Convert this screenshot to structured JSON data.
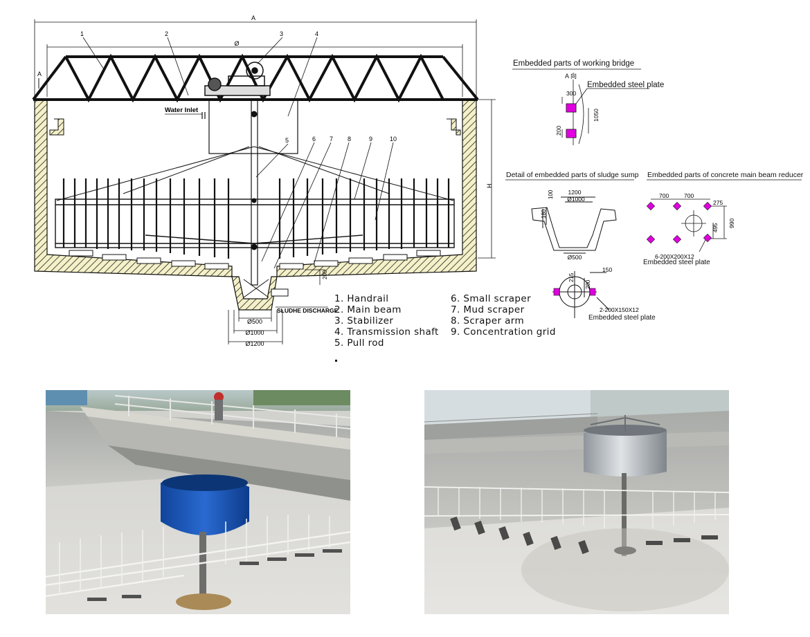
{
  "main_drawing": {
    "dimension_A": "A",
    "dimension_phi": "Ø",
    "dimension_H": "H",
    "marker_A": "A",
    "callouts": [
      "1",
      "2",
      "3",
      "4",
      "5",
      "6",
      "7",
      "8",
      "9",
      "10"
    ],
    "water_inlet": "Water Inlet",
    "sludge_discharge": "SLUDHE DISCHARGE",
    "sump_dims": [
      "Ø500",
      "Ø1000",
      "Ø1200"
    ],
    "sump_depth": "200"
  },
  "legend": {
    "col1": [
      "1. Handrail",
      "2. Main  beam",
      "3. Stabilizer",
      "4. Transmission  shaft",
      "5. Pull  rod"
    ],
    "col2": [
      "6. Small  scraper",
      "7. Mud  scraper",
      "8. Scraper  arm",
      "9. Concentration  grid"
    ]
  },
  "bridge_detail": {
    "title": "Embedded parts of working bridge",
    "view_label": "A 向",
    "plate_label": "Embedded steel plate",
    "dims": [
      "300",
      "200",
      "1050"
    ]
  },
  "sump_detail": {
    "title": "Detail of embedded parts of sludge sump",
    "dims": [
      "1200",
      "Ø1000",
      "100",
      "180",
      "Ø500"
    ],
    "plate_dims": [
      "150",
      "215",
      "200"
    ],
    "plate_spec": "2-200X150X12",
    "plate_label": "Embedded steel plate"
  },
  "reducer_detail": {
    "title": "Embedded parts of concrete main beam reducer",
    "dims": [
      "700",
      "700",
      "275",
      "990",
      "495"
    ],
    "plate_spec": "6-200X200X12",
    "plate_label": "Embedded steel plate"
  },
  "photos": [
    {
      "description": "installed center-drive thickener with blue feed well"
    },
    {
      "description": "installed thickener with stainless feed well"
    }
  ],
  "colors": {
    "embedded_plate": "#e000e0",
    "hatch": "#d8d078",
    "line": "#111111"
  }
}
